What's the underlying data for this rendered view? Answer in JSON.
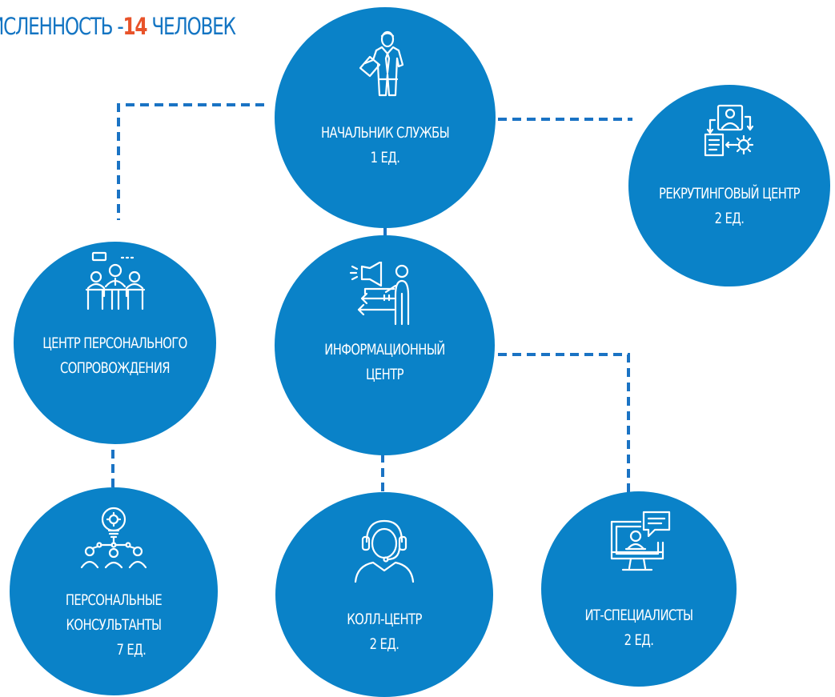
{
  "header": {
    "title_prefix": "ИСЛЕННОСТЬ -",
    "title_number": "14",
    "title_suffix": " ЧЕЛОВЕК"
  },
  "colors": {
    "node_fill": "#0a82c8",
    "connector": "#1a73c4",
    "text_blue": "#1475c3",
    "accent": "#e8532a",
    "label_text": "#ffffff"
  },
  "nodes": {
    "head": {
      "line1": "НАЧАЛЬНИК СЛУЖБЫ",
      "line2": "1 ЕД.",
      "icon": "businessman-icon"
    },
    "recruiting": {
      "line1": "РЕКРУТИНГОВЫЙ ЦЕНТР",
      "line2": "2 ЕД.",
      "icon": "recruiting-gear-icon"
    },
    "personnel": {
      "line1": "ЦЕНТР ПЕРСОНАЛЬНОГО",
      "line2": "СОПРОВОЖДЕНИЯ",
      "icon": "team-meeting-icon"
    },
    "info": {
      "line1": "ИНФОРМАЦИОННЫЙ",
      "line2": "ЦЕНТР",
      "icon": "megaphone-speaker-icon"
    },
    "consultants": {
      "line1": "ПЕРСОНАЛЬНЫЕ",
      "line2": "КОНСУЛЬТАНТЫ",
      "line3": "7 ЕД.",
      "icon": "lightbulb-network-icon"
    },
    "callcenter": {
      "line1": "КОЛЛ-ЦЕНТР",
      "line2": "2 ЕД.",
      "icon": "headset-operator-icon"
    },
    "it": {
      "line1": "ИТ-СПЕЦИАЛИСТЫ",
      "line2": "2 ЕД.",
      "icon": "monitor-chat-icon"
    }
  }
}
